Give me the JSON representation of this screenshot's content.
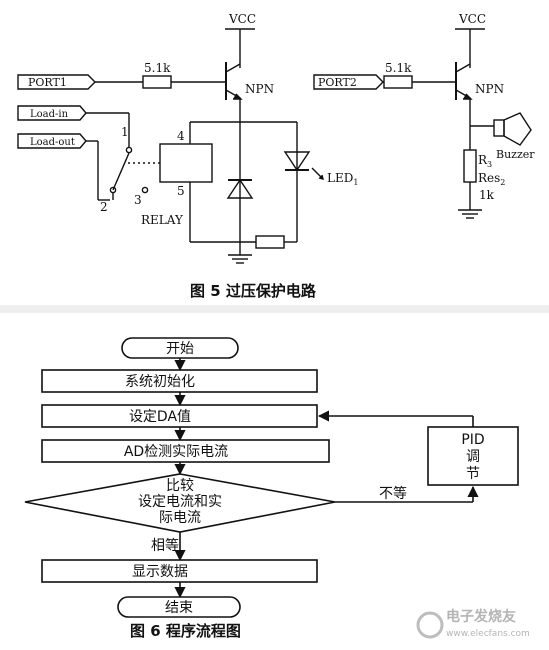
{
  "circuit": {
    "vcc_left": "VCC",
    "vcc_right": "VCC",
    "port1": "PORT1",
    "port2": "PORT2",
    "res_left": "5.1k",
    "res_right": "5.1k",
    "npn_left": "NPN",
    "npn_right": "NPN",
    "load_in": "Load-in",
    "load_out": "Load-out",
    "relay_pin1": "1",
    "relay_pin2": "2",
    "relay_pin3": "3",
    "relay_pin4": "4",
    "relay_pin5": "5",
    "relay": "RELAY",
    "led": "LED",
    "led_sub": "1",
    "buzzer": "Buzzer",
    "r3": "R",
    "r3_sub": "3",
    "res2": "Res",
    "res2_sub": "2",
    "r_value": "1k",
    "caption": "图 5   过压保护电路"
  },
  "flow": {
    "start": "开始",
    "init": "系统初始化",
    "set_da": "设定DA值",
    "ad_detect": "AD检测实际电流",
    "compare_l1": "比较",
    "compare_l2": "设定电流和实",
    "compare_l3": "际电流",
    "pid_l1": "PID",
    "pid_l2": "调",
    "pid_l3": "节",
    "not_equal": "不等",
    "equal": "相等",
    "display": "显示数据",
    "end": "结束",
    "caption": "图 6    程序流程图"
  },
  "watermark": {
    "text": "电子发烧友",
    "url": "www.elecfans.com"
  }
}
